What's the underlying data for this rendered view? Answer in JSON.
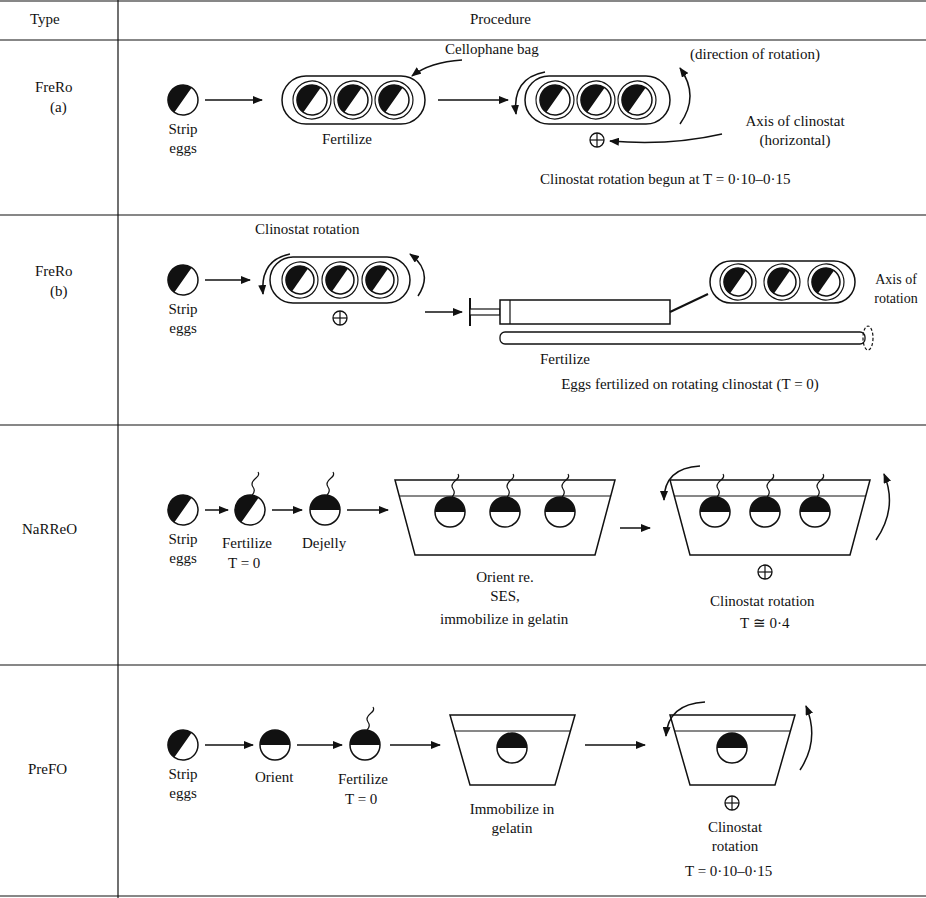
{
  "diagram": {
    "labels": [
      "Type",
      "Procedure",
      "FreRo",
      "(a)",
      "Strip eggs",
      "Cellophane bag",
      "(direction of rotation)",
      "Fertilize",
      "Axis of clinostat (horizontal)",
      "Clinostat rotation begun at T = 0·10–0·15",
      "FreRo",
      "(b)",
      "Clinostat rotation",
      "Strip eggs",
      "Fertilize",
      "Axis of rotation",
      "Eggs fertilized on rotating clinostat (T = 0)",
      "NaRReO",
      "Strip eggs",
      "Fertilize",
      "T = 0",
      "Dejelly",
      "Orient re. SES,",
      "immobilize in gelatin",
      "Clinostat rotation",
      "T ≅ 0·4",
      "PreFO",
      "Strip eggs",
      "Orient",
      "Fertilize",
      "T = 0",
      "Immobilize in gelatin",
      "Clinostat rotation",
      "T = 0·10–0·15"
    ]
  }
}
